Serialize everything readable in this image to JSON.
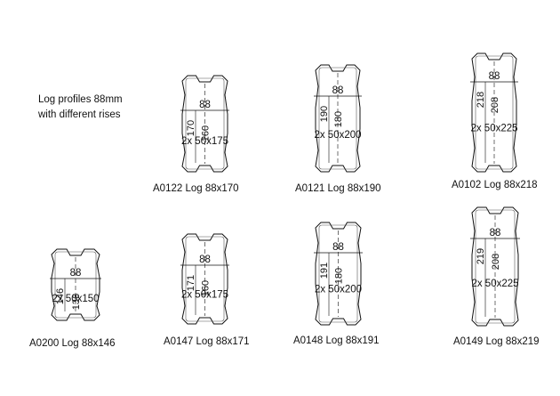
{
  "heading": {
    "line1": "Log profiles 88mm",
    "line2": "with different rises"
  },
  "profiles": [
    {
      "code": "A0122 Log 88x170",
      "width_label": "88",
      "rise_label": "170",
      "inner_label": "160",
      "board_label": "2x 50x175"
    },
    {
      "code": "A0121 Log 88x190",
      "width_label": "88",
      "rise_label": "190",
      "inner_label": "180",
      "board_label": "2x 50x200"
    },
    {
      "code": "A0102 Log 88x218",
      "width_label": "88",
      "rise_label": "218",
      "inner_label": "208",
      "board_label": "2x 50x225"
    },
    {
      "code": "A0200 Log 88x146",
      "width_label": "88",
      "rise_label": "146",
      "inner_label": "136",
      "board_label": "2x 50x150"
    },
    {
      "code": "A0147 Log 88x171",
      "width_label": "88",
      "rise_label": "171",
      "inner_label": "160",
      "board_label": "2x 50x175"
    },
    {
      "code": "A0148 Log 88x191",
      "width_label": "88",
      "rise_label": "191",
      "inner_label": "180",
      "board_label": "2x 50x200"
    },
    {
      "code": "A0149 Log 88x219",
      "width_label": "88",
      "rise_label": "219",
      "inner_label": "208",
      "board_label": "2x 50x225"
    }
  ]
}
